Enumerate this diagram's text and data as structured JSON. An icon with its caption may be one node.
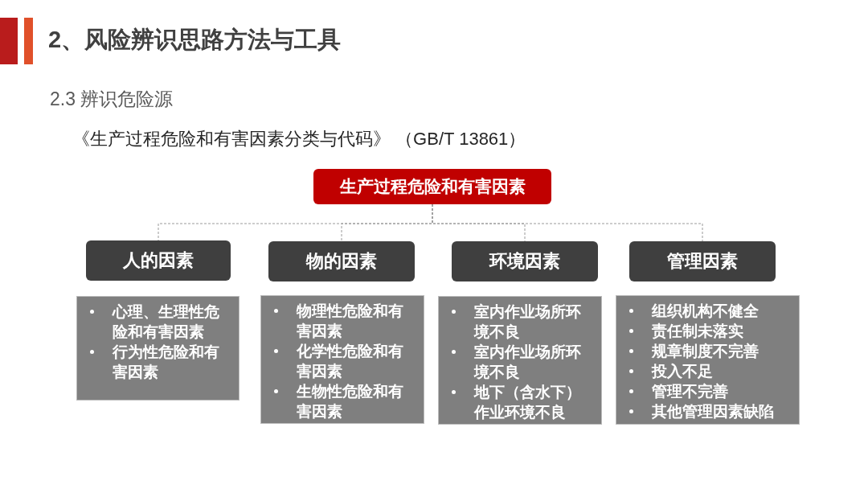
{
  "diagram": {
    "title": "2、风险辨识思路方法与工具",
    "nodes": [
      {
        "text": [
          "生产过程危险和有害因素"
        ]
      },
      {
        "text": [
          "人的因素"
        ]
      },
      {
        "text": [
          "物的因素"
        ]
      },
      {
        "text": [
          "环境因素"
        ]
      },
      {
        "text": [
          "管理因素"
        ]
      },
      {
        "text": [
          "心理、生理性危险和有害因素",
          "行为性危险和有害因素"
        ]
      },
      {
        "text": [
          "物理性危险和有害因素",
          "化学性危险和有害因素",
          "生物性危险和有害因素"
        ]
      },
      {
        "text": [
          "室内作业场所环境不良",
          "室内作业场所环境不良",
          "地下（含水下）作业环境不良"
        ]
      },
      {
        "text": [
          "组织机构不健全",
          "责任制未落实",
          "规章制度不完善",
          "投入不足",
          "管理不完善",
          "其他管理因素缺陷"
        ]
      }
    ],
    "edges": [
      {
        "from": 0,
        "to": 1,
        "arrow": "none",
        "style": "dashed"
      },
      {
        "from": 0,
        "to": 2,
        "arrow": "none",
        "style": "dashed"
      },
      {
        "from": 0,
        "to": 3,
        "arrow": "none",
        "style": "dashed"
      },
      {
        "from": 0,
        "to": 4,
        "arrow": "none",
        "style": "dashed"
      }
    ],
    "labels": [
      "2.3 辨识危险源",
      "《生产过程危险和有害因素分类与代码》 （GB/T 13861）"
    ]
  }
}
